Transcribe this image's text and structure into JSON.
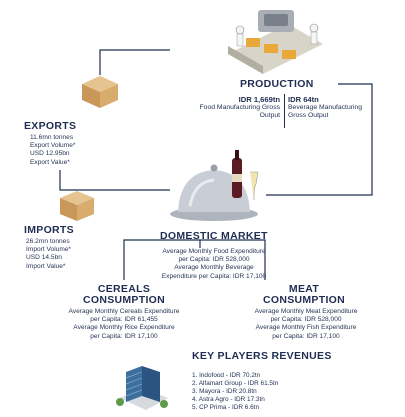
{
  "production": {
    "title": "PRODUCTION",
    "food_value": "IDR 1,669tn",
    "food_label": "Food Manufacturing Gross Output",
    "bev_value": "IDR 64tn",
    "bev_label": "Beverage Manufacturing Gross Output"
  },
  "exports": {
    "title": "EXPORTS",
    "line1": "11.6mn tonnes",
    "line2": "Export Volume*",
    "line3": "USD 12.95bn",
    "line4": "Export Value*"
  },
  "imports": {
    "title": "IMPORTS",
    "line1": "26.2mn tonnes",
    "line2": "Import Volume*",
    "line3": "USD 14.5bn",
    "line4": "Import Value*"
  },
  "domestic_market": {
    "title": "DOMESTIC MARKET",
    "line1": "Average Monthly Food Expenditure",
    "line2": "per Capita: IDR 528,000",
    "line3": "Average Monthly Beverage",
    "line4": "Expenditure per Capita: IDR 17,100"
  },
  "cereals": {
    "title1": "CEREALS",
    "title2": "CONSUMPTION",
    "line1": "Average Monthly Cereals Expenditure",
    "line2": "per Capita: IDR 61,455",
    "line3": "Average Monthly Rice Expenditure",
    "line4": "per Capita: IDR 17,100"
  },
  "meat": {
    "title1": "MEAT",
    "title2": "CONSUMPTION",
    "line1": "Average Monthly Meat Expenditure",
    "line2": "per Capita: IDR 528,000",
    "line3": "Average Monthly Fish Expenditure",
    "line4": "per Capita: IDR 17,100"
  },
  "key_players": {
    "title": "KEY PLAYERS REVENUES",
    "items": [
      "1.  Indofood - IDR 70.2tn",
      "2.  Alfamart Group - IDR 61.5tn",
      "3.  Mayora - IDR 20.8tn",
      "4.  Astra Agro - IDR 17.3tn",
      "5.  CP Prima - IDR 6.6tn"
    ]
  },
  "colors": {
    "navy": "#1f2d52",
    "box_tan": "#d9b27a",
    "dome_silver": "#c9ced6",
    "building_blue": "#3c6e9e"
  }
}
